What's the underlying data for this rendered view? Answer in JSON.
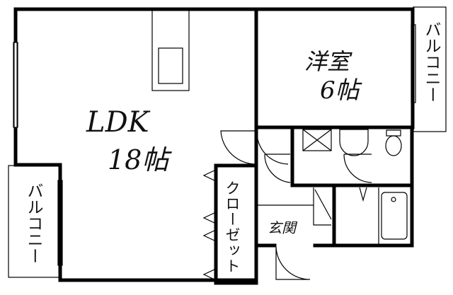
{
  "rooms": {
    "ldk": {
      "name": "LDK",
      "size": "18帖"
    },
    "bedroom": {
      "name": "洋室",
      "size": "6帖"
    },
    "entrance": {
      "name": "玄関"
    },
    "closet": {
      "name": "クローゼット"
    },
    "balcony_right": {
      "name": "バルコニー"
    },
    "balcony_left": {
      "name": "バルコニー"
    }
  }
}
